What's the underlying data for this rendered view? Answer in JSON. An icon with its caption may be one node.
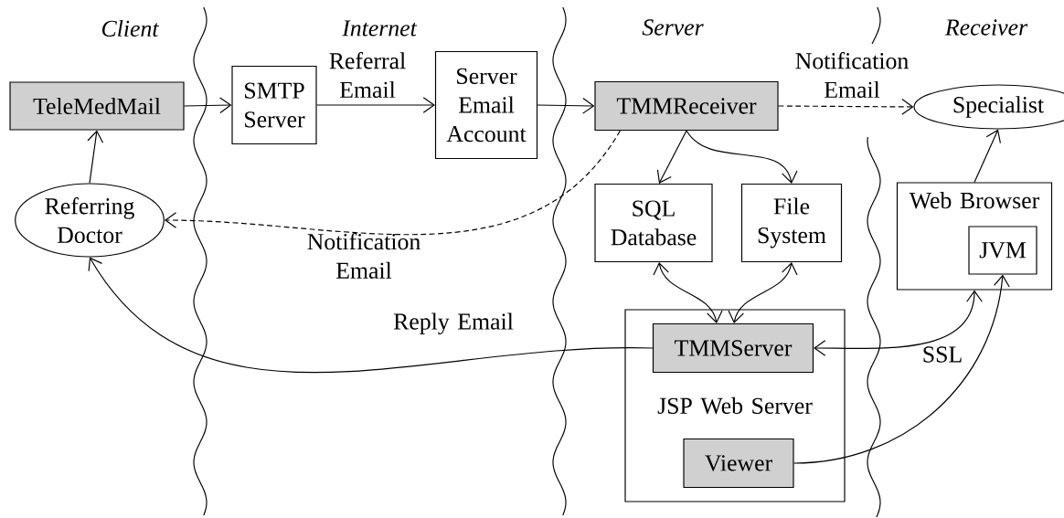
{
  "diagram": {
    "nodes": [
      {
        "text": [
          "TeleMedMail"
        ]
      },
      {
        "text": [
          "SMTP Server"
        ]
      },
      {
        "text": [
          "Server Email Account"
        ]
      },
      {
        "text": [
          "TMMReceiver"
        ]
      },
      {
        "text": [
          "Specialist"
        ]
      },
      {
        "text": [
          "Referring Doctor"
        ]
      },
      {
        "text": [
          "SQL Database"
        ]
      },
      {
        "text": [
          "File System"
        ]
      },
      {
        "text": [
          "Web Browser"
        ]
      },
      {
        "text": [
          "JVM"
        ],
        "in": 8
      },
      {
        "text": [
          "JSP Web Server"
        ]
      },
      {
        "text": [
          "TMMServer"
        ],
        "in": 10
      },
      {
        "text": [
          "Viewer"
        ],
        "in": 10
      }
    ],
    "edges": [
      {
        "from": 0,
        "to": 1,
        "arrow": "to"
      },
      {
        "from": 1,
        "to": 2,
        "arrow": "to",
        "label": "Referral Email"
      },
      {
        "from": 2,
        "to": 3,
        "arrow": "to"
      },
      {
        "from": 3,
        "to": 4,
        "arrow": "to",
        "label": "Notification Email",
        "style": "dashed"
      },
      {
        "from": 3,
        "to": 5,
        "arrow": "to",
        "label": "Notification Email",
        "style": "dashed"
      },
      {
        "from": 5,
        "to": 0,
        "arrow": "to"
      },
      {
        "from": 3,
        "to": 6,
        "arrow": "to"
      },
      {
        "from": 3,
        "to": 7,
        "arrow": "to"
      },
      {
        "from": 6,
        "to": 11,
        "arrow": "both"
      },
      {
        "from": 7,
        "to": 11,
        "arrow": "both"
      },
      {
        "from": 11,
        "to": 5,
        "arrow": "to",
        "label": "Reply Email"
      },
      {
        "from": 11,
        "to": 8,
        "arrow": "both"
      },
      {
        "from": 12,
        "to": 9,
        "arrow": "to",
        "label": "SSL"
      },
      {
        "from": 8,
        "to": 4,
        "arrow": "to"
      }
    ],
    "labels": [
      "Client",
      "Internet",
      "Server",
      "Receiver"
    ]
  }
}
